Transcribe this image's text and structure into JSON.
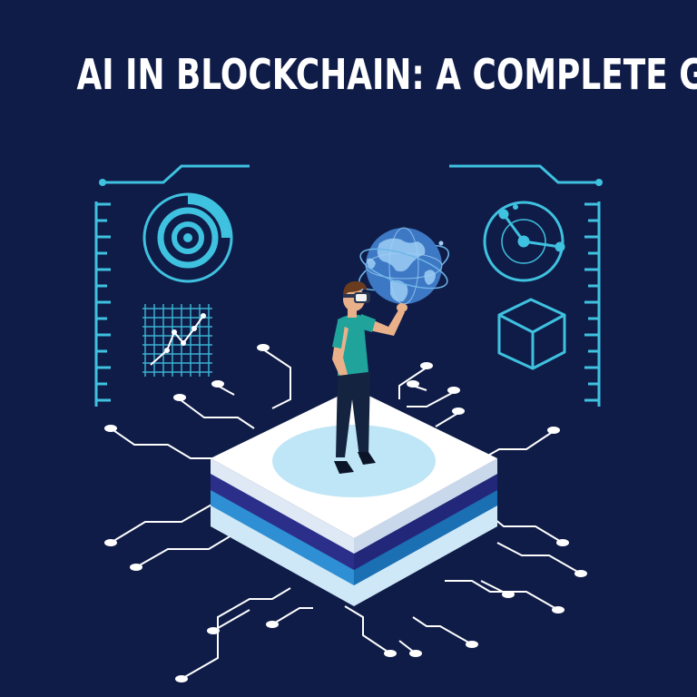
{
  "title": "AI IN BLOCKCHAIN: A COMPLETE GUIDE",
  "colors": {
    "background": "#0f1c47",
    "accent_cyan": "#3fc1e0",
    "platform_top": "#ffffff",
    "platform_spot": "#bfe6f6",
    "platform_band_dark": "#2b2f8a",
    "platform_band_blue": "#2f8fd4",
    "circuit_lines": "#ffffff"
  },
  "icons": [
    "concentric-donut-chart-icon",
    "line-chart-grid-icon",
    "radar-dial-icon",
    "cube-icon",
    "globe-hologram-icon",
    "vr-headset-person-figure",
    "isometric-platform",
    "circuit-lines"
  ]
}
